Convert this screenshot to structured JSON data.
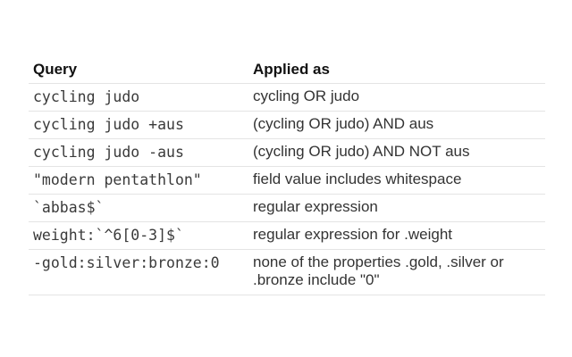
{
  "table": {
    "headers": {
      "query": "Query",
      "applied_as": "Applied as"
    },
    "rows": [
      {
        "query": "cycling judo",
        "applied": "cycling OR judo"
      },
      {
        "query": "cycling judo +aus",
        "applied": "(cycling OR judo) AND aus"
      },
      {
        "query": "cycling judo -aus",
        "applied": "(cycling OR judo) AND NOT aus"
      },
      {
        "query": "\"modern pentathlon\"",
        "applied": "field value includes whitespace"
      },
      {
        "query": "`abbas$`",
        "applied": "regular expression"
      },
      {
        "query": "weight:`^6[0-3]$`",
        "applied": "regular expression for .weight"
      },
      {
        "query": "-gold:silver:bronze:0",
        "applied": "none of the properties .gold, .silver or .bronze include \"0\""
      }
    ]
  }
}
